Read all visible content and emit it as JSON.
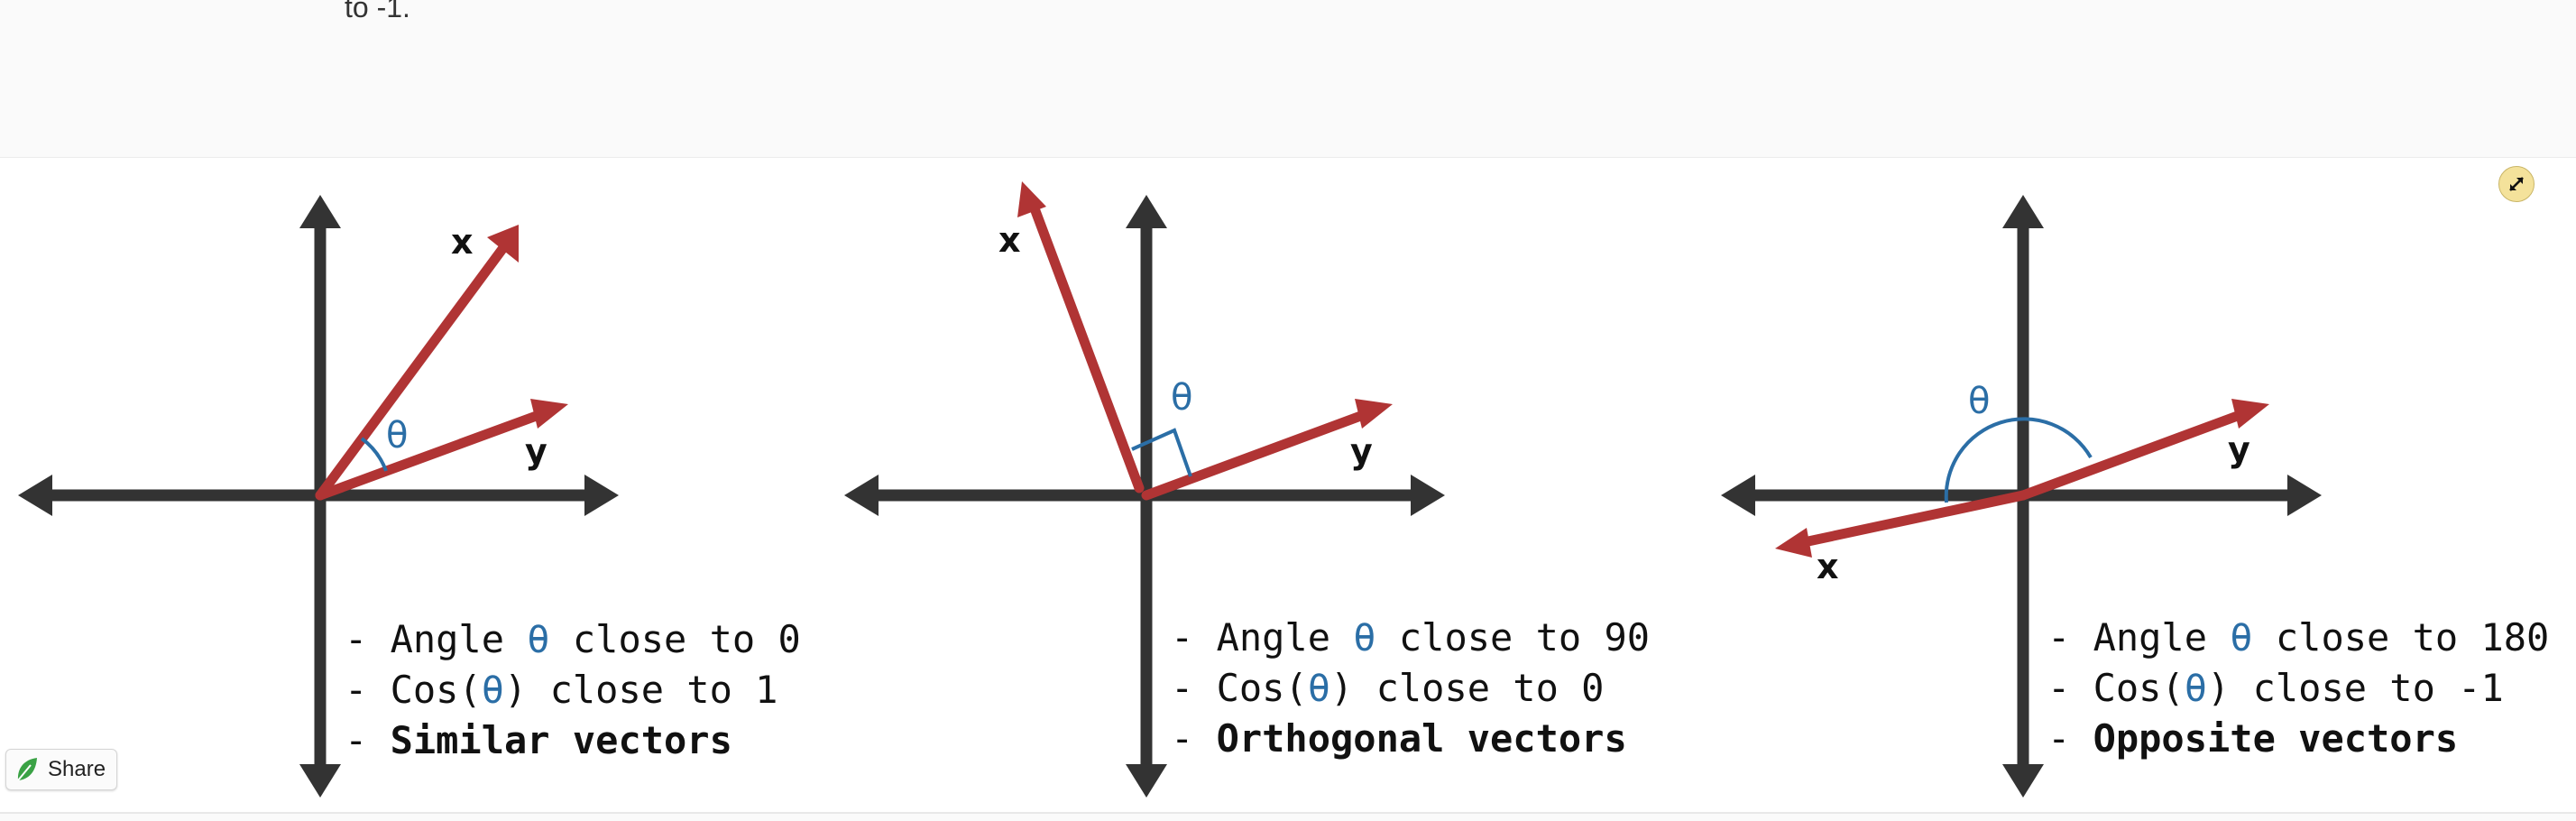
{
  "top_text": "to -1.",
  "panels": [
    {
      "x_label": "x",
      "y_label": "y",
      "theta": "θ",
      "line1": {
        "prefix": "- Angle ",
        "theta": "θ",
        "suffix": " close to 0"
      },
      "line2": {
        "prefix": "- Cos(",
        "theta": "θ",
        "suffix": ") close to 1"
      },
      "line3": {
        "prefix": "- ",
        "bold": "Similar vectors"
      }
    },
    {
      "x_label": "x",
      "y_label": "y",
      "theta": "θ",
      "line1": {
        "prefix": "- Angle ",
        "theta": "θ",
        "suffix": " close to 90"
      },
      "line2": {
        "prefix": "- Cos(",
        "theta": "θ",
        "suffix": ") close to 0"
      },
      "line3": {
        "prefix": "- ",
        "bold": "Orthogonal vectors"
      }
    },
    {
      "x_label": "x",
      "y_label": "y",
      "theta": "θ",
      "line1": {
        "prefix": "- Angle ",
        "theta": "θ",
        "suffix": " close to 180"
      },
      "line2": {
        "prefix": "- Cos(",
        "theta": "θ",
        "suffix": ") close to -1"
      },
      "line3": {
        "prefix": "- ",
        "bold": "Opposite vectors"
      }
    }
  ],
  "share_button": {
    "label": "Share",
    "icon": "leaf-icon"
  },
  "expand_button": {
    "icon": "expand-icon"
  },
  "colors": {
    "axis": "#333333",
    "vector": "#b03434",
    "theta": "#2b6ea6",
    "expand_bg": "#f4e29b"
  }
}
